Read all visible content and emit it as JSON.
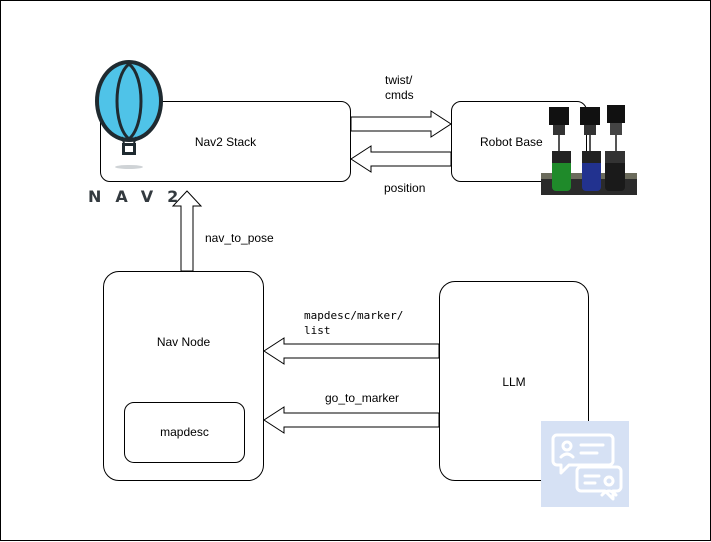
{
  "nodes": {
    "nav2_stack": "Nav2 Stack",
    "robot_base": "Robot Base",
    "nav_node": "Nav Node",
    "mapdesc": "mapdesc",
    "llm": "LLM"
  },
  "edges": {
    "twist_cmds": "twist/\ncmds",
    "position": "position",
    "nav_to_pose": "nav_to_pose",
    "mapdesc_marker_list": "mapdesc/marker/\nlist",
    "go_to_marker": "go_to_marker"
  },
  "logo": {
    "text": "NAV2",
    "balloon_color": "#4fc3e8",
    "letter_color": "#333a3f"
  },
  "icons": {
    "chat": "chat-bubbles-icon",
    "robots": "robot-fleet-photo"
  }
}
